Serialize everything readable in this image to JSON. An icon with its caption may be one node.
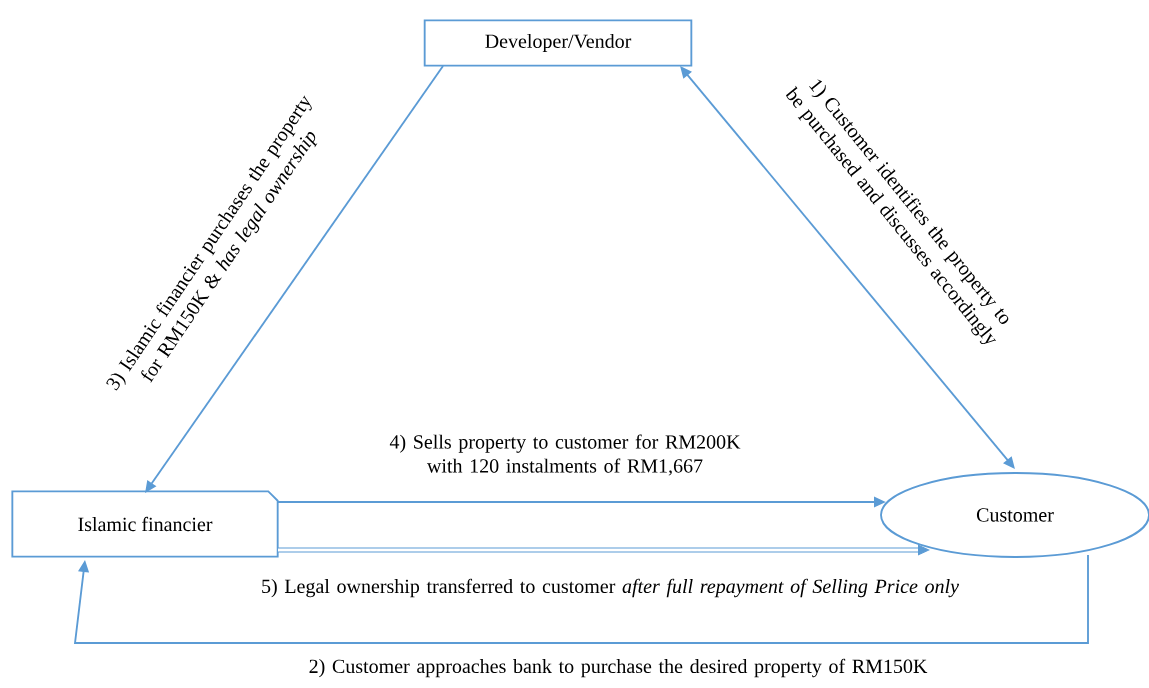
{
  "diagram": {
    "nodes": [
      {
        "text": [
          "Developer/Vendor"
        ]
      },
      {
        "text": [
          "Islamic financier"
        ]
      },
      {
        "text": [
          "Customer"
        ]
      }
    ],
    "edges": [
      {
        "from": 2,
        "to": 0,
        "arrow": "both",
        "label": "1) Customer identifies the property to be purchased and discusses accordingly"
      },
      {
        "from": 2,
        "to": 1,
        "arrow": "to",
        "label": "2) Customer approaches bank to purchase the desired property of RM150K"
      },
      {
        "from": 0,
        "to": 1,
        "arrow": "to",
        "label": "3) Islamic financier purchases the property for RM150K & *has legal ownership*"
      },
      {
        "from": 1,
        "to": 2,
        "arrow": "to",
        "label": "4) Sells property to customer for RM200K with 120 instalments of RM1,667"
      },
      {
        "from": 1,
        "to": 2,
        "arrow": "to",
        "style": "thick",
        "label": "5) Legal ownership transferred to customer *after full repayment of Selling Price only*"
      }
    ]
  }
}
